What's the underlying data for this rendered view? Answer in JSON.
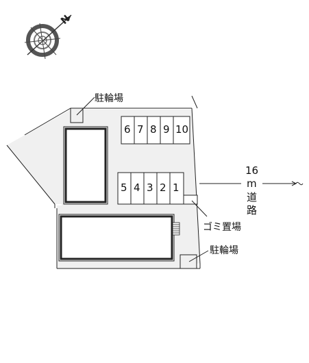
{
  "compass": {
    "north_letter": "N",
    "icon": "compass-north-icon"
  },
  "labels": {
    "bicycle_parking_top": "駐輪場",
    "bicycle_parking_bottom": "駐輪場",
    "garbage_area": "ゴミ置場"
  },
  "road": {
    "width": "16",
    "unit": "m",
    "name_line1": "道",
    "name_line2": "路"
  },
  "parking_top_row": [
    "6",
    "7",
    "8",
    "9",
    "10"
  ],
  "parking_bottom_row": [
    "5",
    "4",
    "3",
    "2",
    "1"
  ],
  "colors": {
    "lot": "#f0f0f0",
    "line": "#222222",
    "compass": "#555555"
  }
}
